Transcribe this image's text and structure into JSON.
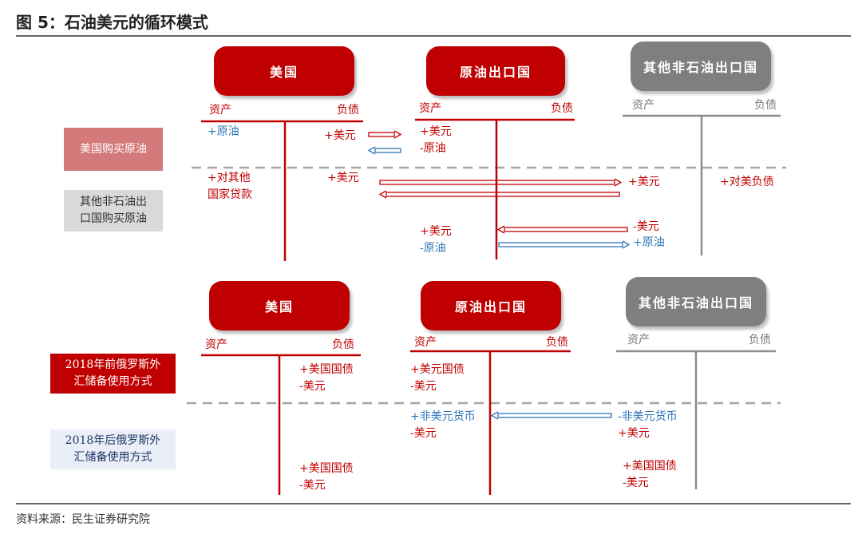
{
  "title": "图 5：石油美元的循环模式",
  "source": "资料来源：民生证券研究院",
  "entities": {
    "us": "美国",
    "oil_exporter": "原油出口国",
    "other_importer": "其他非石油出口国"
  },
  "ledger": {
    "assets": "资产",
    "liabilities": "负债"
  },
  "row_labels": {
    "us_buy_oil": "美国购买原油",
    "others_buy_oil_1": "其他非石油出",
    "others_buy_oil_2": "口国购买原油",
    "russia_pre_1": "2018年前俄罗斯外",
    "russia_pre_2": "汇储备使用方式",
    "russia_post_1": "2018年后俄罗斯外",
    "russia_post_2": "汇储备使用方式"
  },
  "entries": {
    "plus_crude": "+原油",
    "plus_usd": "+美元",
    "minus_crude": "-原油",
    "minus_usd": "-美元",
    "plus_loan_other": "+对其他",
    "plus_loan_other_2": "国家贷款",
    "plus_debt_to_us": "+对美负债",
    "plus_us_treasury": "+美国国债",
    "plus_usd_treasury": "+美元国债",
    "plus_non_usd": "+非美元货币",
    "minus_non_usd": "-非美元货币"
  },
  "colors": {
    "red": "#c00000",
    "blue": "#2e75b6",
    "gray": "#7f7f7f",
    "label_red_fill": "#d47a7a",
    "label_gray_fill": "#d9d9d9",
    "label_blue_fill": "#e9eef7",
    "divider": "#a6a6a6"
  }
}
